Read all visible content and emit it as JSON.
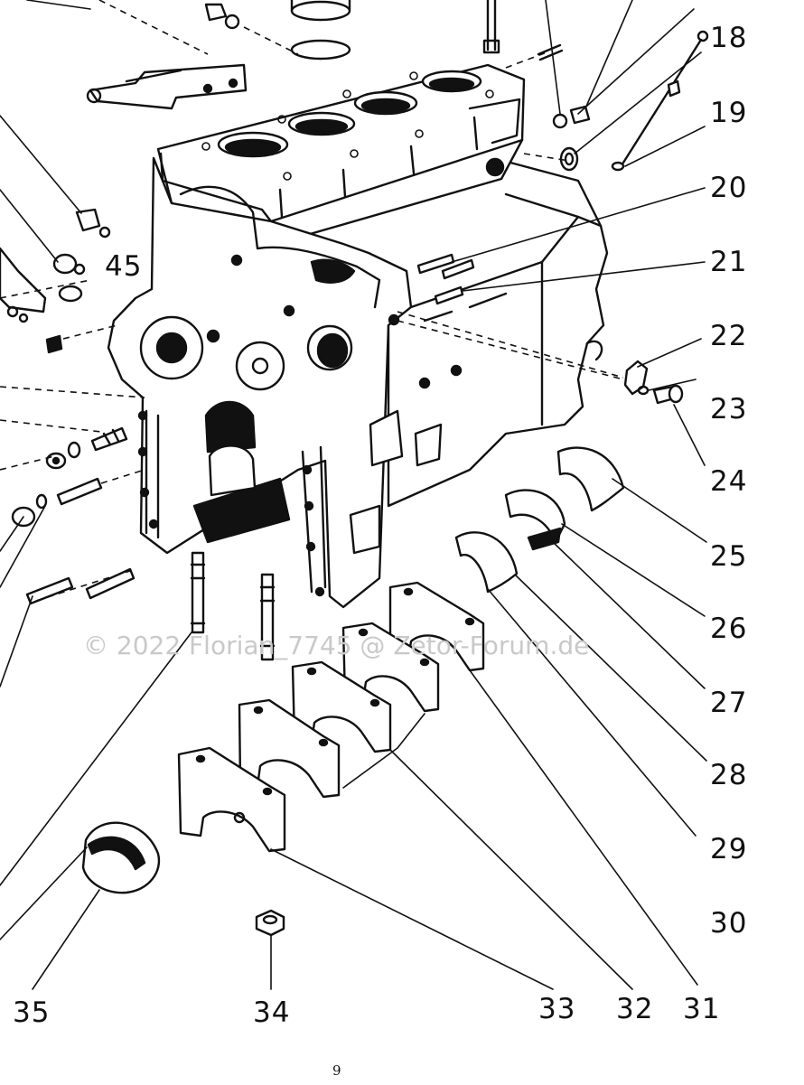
{
  "diagram": {
    "part_labels": [
      {
        "id": "p18",
        "text": "18"
      },
      {
        "id": "p19",
        "text": "19"
      },
      {
        "id": "p20",
        "text": "20"
      },
      {
        "id": "p21",
        "text": "21"
      },
      {
        "id": "p22",
        "text": "22"
      },
      {
        "id": "p23",
        "text": "23"
      },
      {
        "id": "p24",
        "text": "24"
      },
      {
        "id": "p25",
        "text": "25"
      },
      {
        "id": "p26",
        "text": "26"
      },
      {
        "id": "p27",
        "text": "27"
      },
      {
        "id": "p28",
        "text": "28"
      },
      {
        "id": "p29",
        "text": "29"
      },
      {
        "id": "p30",
        "text": "30"
      },
      {
        "id": "p31",
        "text": "31"
      },
      {
        "id": "p32",
        "text": "32"
      },
      {
        "id": "p33",
        "text": "33"
      },
      {
        "id": "p34",
        "text": "34"
      },
      {
        "id": "p35",
        "text": "35"
      },
      {
        "id": "p45",
        "text": "45"
      }
    ],
    "watermark": "© 2022 Florian_7745 @ Zetor-Forum.de",
    "page_number": "9"
  }
}
